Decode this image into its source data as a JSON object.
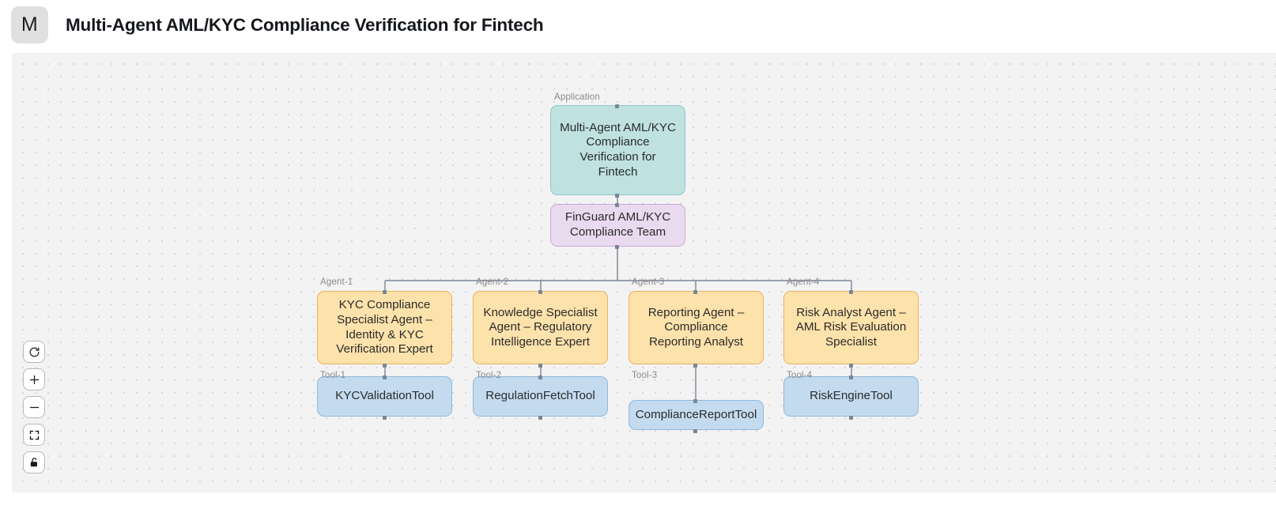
{
  "header": {
    "logo_text": "M",
    "title": "Multi-Agent AML/KYC Compliance Verification for Fintech"
  },
  "controls": [
    {
      "name": "reset-view-button",
      "icon": "refresh-icon"
    },
    {
      "name": "zoom-in-button",
      "icon": "plus-icon"
    },
    {
      "name": "zoom-out-button",
      "icon": "minus-icon"
    },
    {
      "name": "fit-view-button",
      "icon": "fit-screen-icon"
    },
    {
      "name": "lock-toggle-button",
      "icon": "lock-icon"
    }
  ],
  "graph": {
    "nodes": [
      {
        "id": "app",
        "kind": "application",
        "tag": "Application",
        "label": "Multi-Agent AML/KYC Compliance Verification for Fintech",
        "color": "#bfe2e1"
      },
      {
        "id": "team",
        "kind": "crew",
        "tag": "",
        "label": "FinGuard AML/KYC Compliance Team",
        "color": "#eadaf0"
      },
      {
        "id": "agent1",
        "kind": "agent",
        "tag": "Agent-1",
        "label": "KYC Compliance Specialist Agent – Identity & KYC Verification Expert",
        "color": "#fde2ab"
      },
      {
        "id": "agent2",
        "kind": "agent",
        "tag": "Agent-2",
        "label": "Knowledge Specialist Agent – Regulatory Intelligence Expert",
        "color": "#fde2ab"
      },
      {
        "id": "agent3",
        "kind": "agent",
        "tag": "Agent-3",
        "label": "Reporting Agent – Compliance Reporting Analyst",
        "color": "#fde2ab"
      },
      {
        "id": "agent4",
        "kind": "agent",
        "tag": "Agent-4",
        "label": "Risk Analyst Agent – AML Risk Evaluation Specialist",
        "color": "#fde2ab"
      },
      {
        "id": "tool1",
        "kind": "tool",
        "tag": "Tool-1",
        "label": "KYCValidationTool",
        "color": "#c4dbef"
      },
      {
        "id": "tool2",
        "kind": "tool",
        "tag": "Tool-2",
        "label": "RegulationFetchTool",
        "color": "#c4dbef"
      },
      {
        "id": "tool3",
        "kind": "tool",
        "tag": "Tool-3",
        "label": "ComplianceReportTool",
        "color": "#c4dbef"
      },
      {
        "id": "tool4",
        "kind": "tool",
        "tag": "Tool-4",
        "label": "RiskEngineTool",
        "color": "#c4dbef"
      }
    ],
    "edges": [
      {
        "from": "app",
        "to": "team"
      },
      {
        "from": "team",
        "to": "agent1"
      },
      {
        "from": "team",
        "to": "agent2"
      },
      {
        "from": "team",
        "to": "agent3"
      },
      {
        "from": "team",
        "to": "agent4"
      },
      {
        "from": "agent1",
        "to": "tool1"
      },
      {
        "from": "agent2",
        "to": "tool2"
      },
      {
        "from": "agent3",
        "to": "tool3"
      },
      {
        "from": "agent4",
        "to": "tool4"
      }
    ],
    "edge_color": "#7a8596"
  }
}
